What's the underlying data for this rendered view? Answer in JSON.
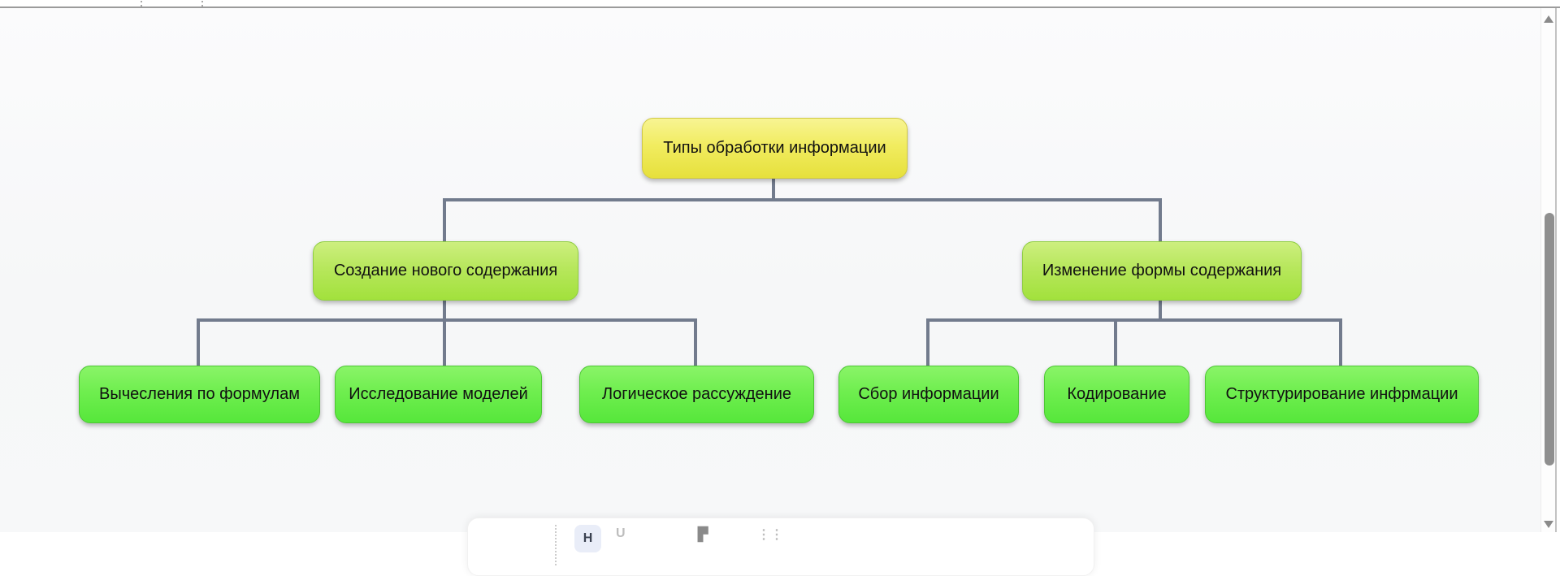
{
  "tree": {
    "root": {
      "label": "Типы обработки информации"
    },
    "branches": [
      {
        "label": "Создание нового содержания",
        "children": [
          {
            "label": "Вычесления по формулам"
          },
          {
            "label": "Исследование моделей"
          },
          {
            "label": "Логическое рассуждение"
          }
        ]
      },
      {
        "label": "Изменение формы содержания",
        "children": [
          {
            "label": "Сбор информации"
          },
          {
            "label": "Кодирование"
          },
          {
            "label": "Структурирование инфрмации"
          }
        ]
      }
    ]
  },
  "colors": {
    "root_node_top": "#f8f493",
    "root_node_bottom": "#e6e03c",
    "branch_node_top": "#cdef7f",
    "branch_node_bottom": "#a2e13c",
    "leaf_node_top": "#8af468",
    "leaf_node_bottom": "#56e73b",
    "connector": "#727b8d",
    "canvas_background": "#f7f8f9"
  },
  "toolbar": {
    "active_icon_label": "H",
    "icon_names": [
      "drag-handle-icon",
      "heading-icon",
      "underline-icon",
      "table-icon",
      "more-icon"
    ]
  }
}
